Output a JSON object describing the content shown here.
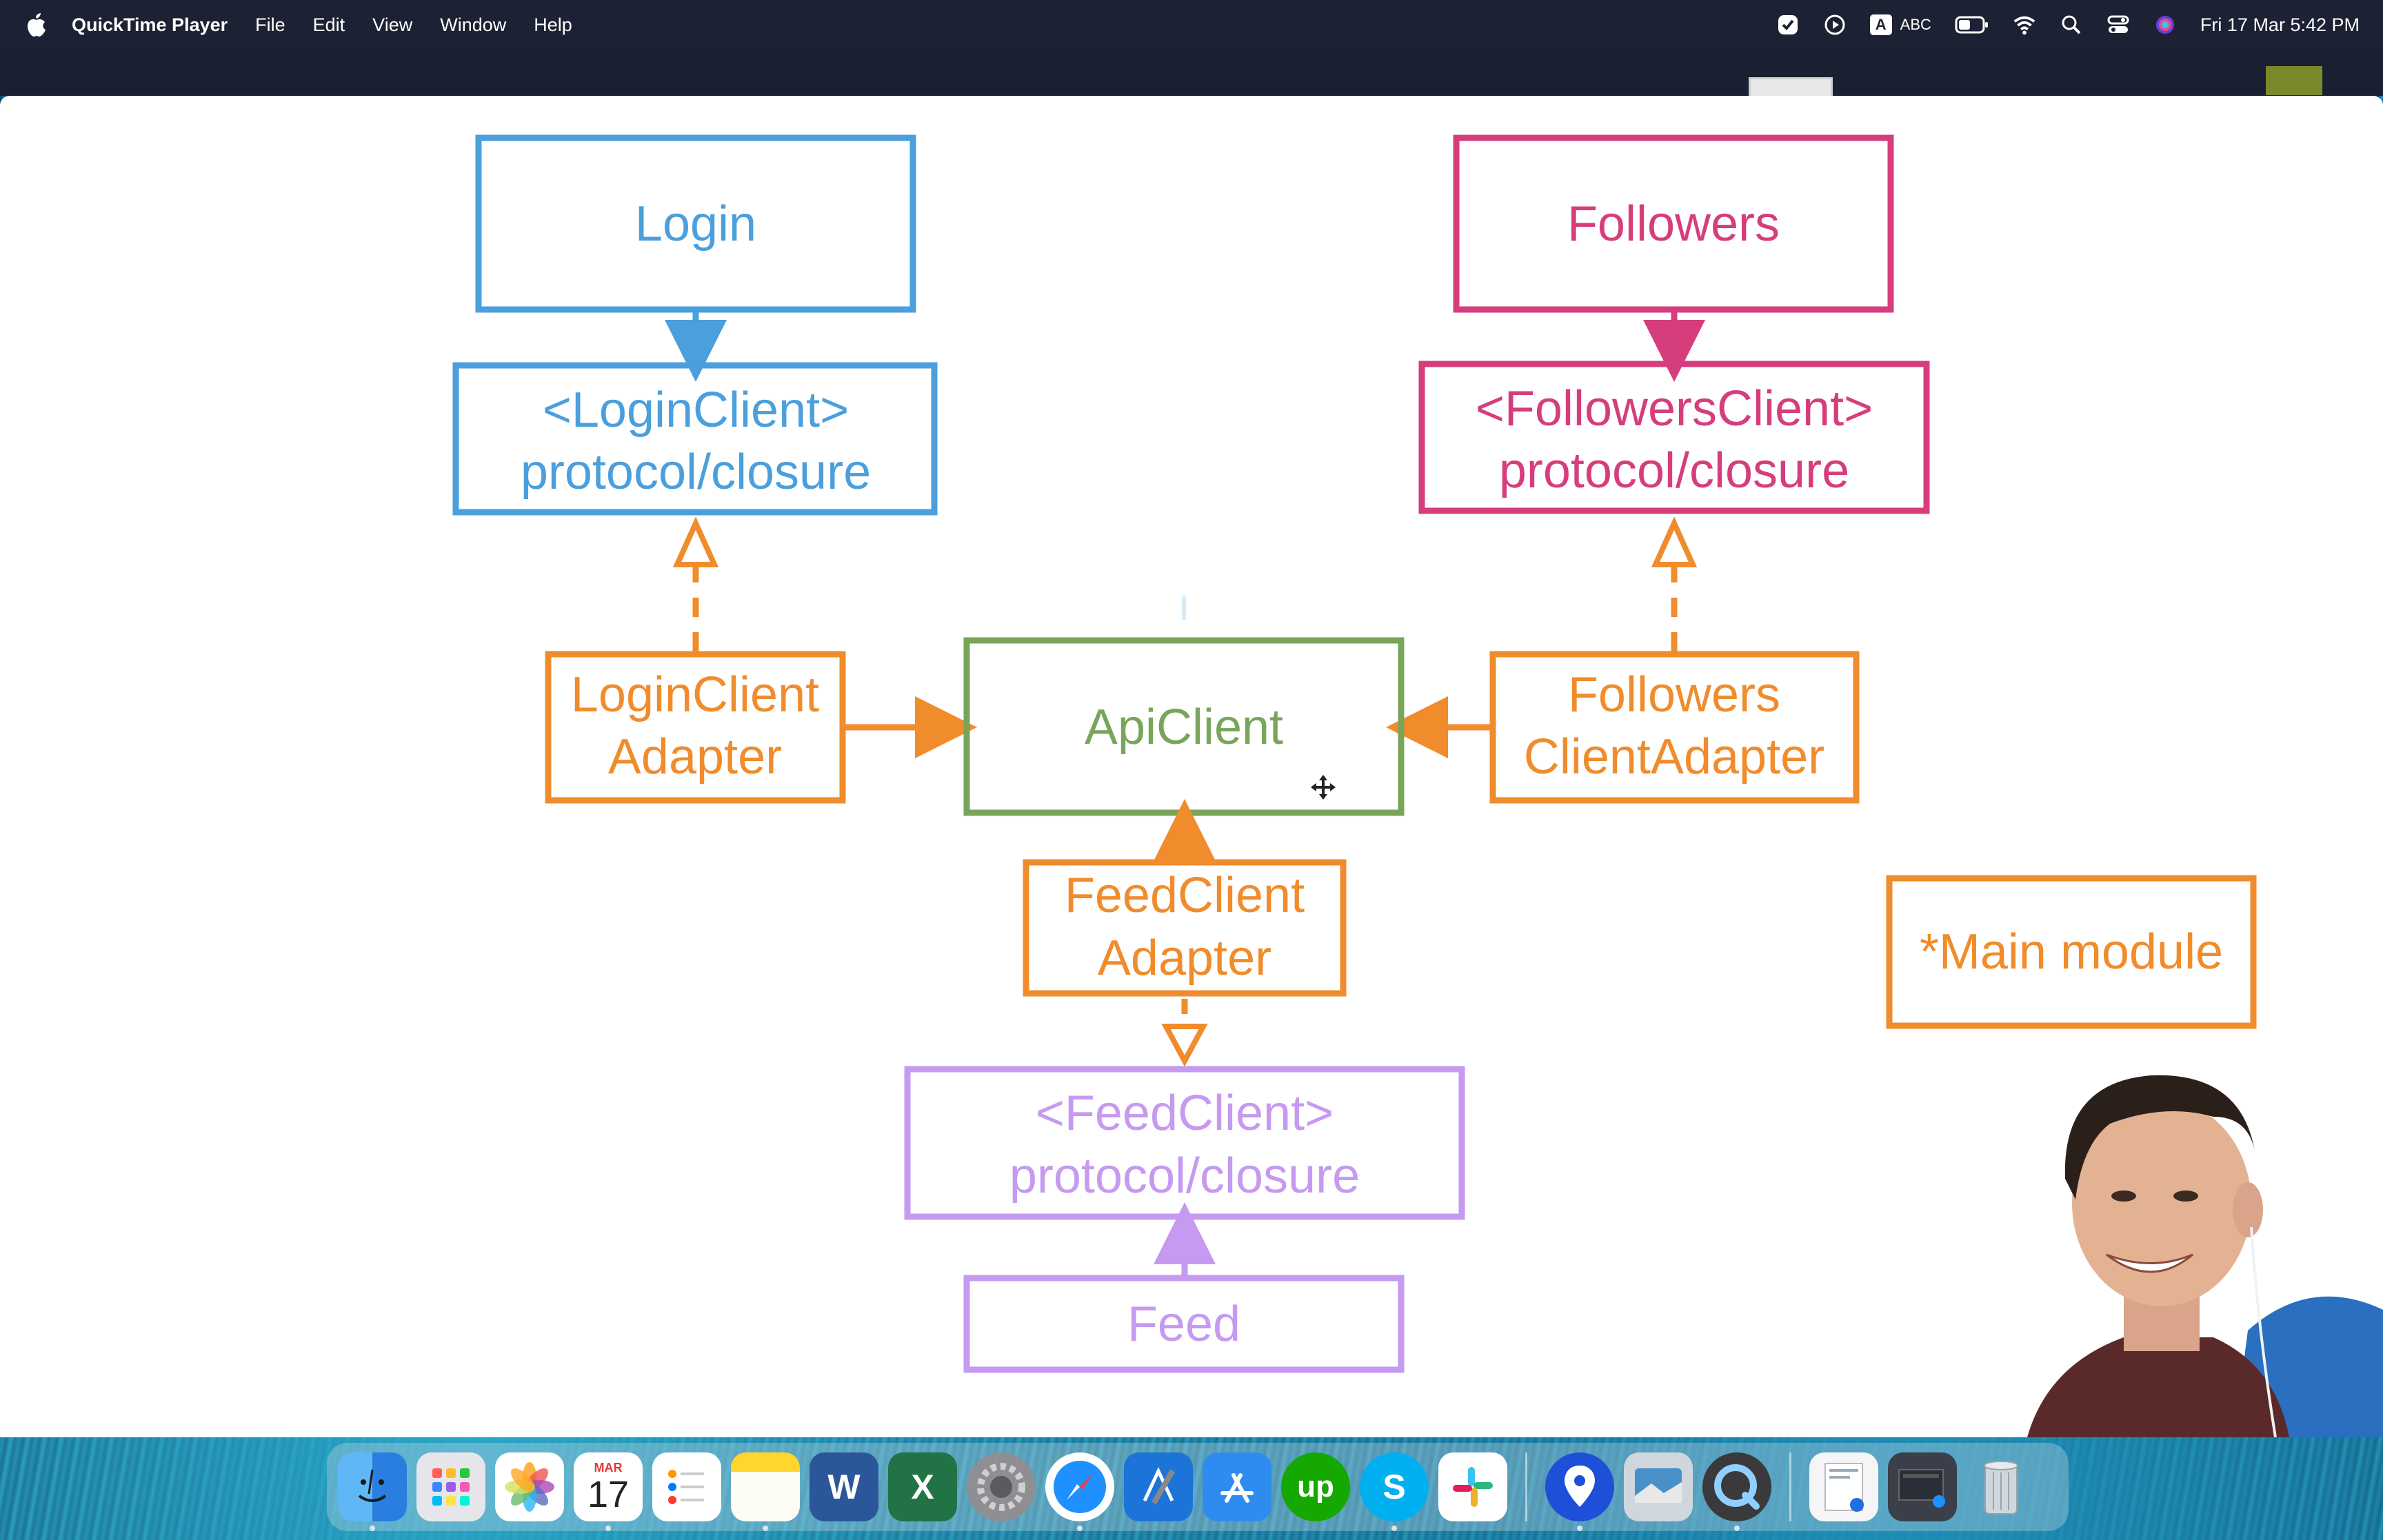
{
  "menubar": {
    "app_name": "QuickTime Player",
    "menus": [
      "File",
      "Edit",
      "View",
      "Window",
      "Help"
    ],
    "input_source_badge": "A",
    "input_source": "ABC",
    "clock": "Fri 17 Mar  5:42 PM"
  },
  "diagram": {
    "login": "Login",
    "login_client_line1": "<LoginClient>",
    "login_client_line2": "protocol/closure",
    "login_adapter_line1": "LoginClient",
    "login_adapter_line2": "Adapter",
    "followers": "Followers",
    "followers_client_line1": "<FollowersClient>",
    "followers_client_line2": "protocol/closure",
    "followers_adapter_line1": "Followers",
    "followers_adapter_line2": "ClientAdapter",
    "api_client": "ApiClient",
    "feed_adapter_line1": "FeedClient",
    "feed_adapter_line2": "Adapter",
    "feed_client_line1": "<FeedClient>",
    "feed_client_line2": "protocol/closure",
    "feed": "Feed",
    "main_module": "*Main module",
    "colors": {
      "login": "#4a9fdc",
      "followers": "#d63d7c",
      "adapter": "#f08c2c",
      "api": "#78a55a",
      "feed": "#c59af0"
    }
  },
  "dock": {
    "calendar_month": "MAR",
    "calendar_day": "17",
    "word_letter": "W",
    "excel_letter": "X",
    "upwork_label": "up",
    "skype_letter": "S",
    "items": [
      "finder-icon",
      "launchpad-icon",
      "photos-icon",
      "calendar-icon",
      "reminders-icon",
      "notes-icon",
      "word-icon",
      "excel-icon",
      "system-preferences-icon",
      "safari-icon",
      "xcode-icon",
      "app-store-icon",
      "upwork-icon",
      "skype-icon",
      "slack-icon",
      "maps-icon",
      "preview-icon",
      "quicktime-icon",
      "downloads-icon",
      "screenshots-icon",
      "trash-icon"
    ]
  }
}
